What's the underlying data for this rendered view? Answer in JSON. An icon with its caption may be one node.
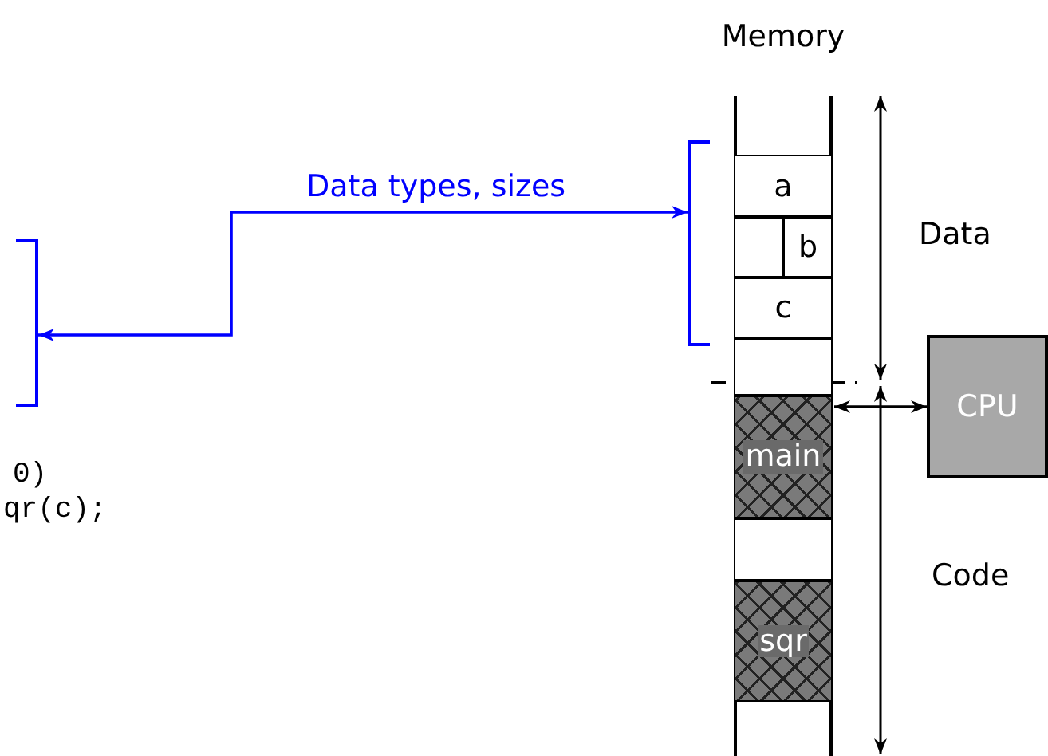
{
  "diagram": {
    "nodes": [
      {
        "text": [],
        "shape": "bracket"
      },
      {
        "text": [],
        "shape": "bracket"
      },
      {
        "text": [
          "Memory"
        ]
      },
      {
        "text": [
          "a"
        ],
        "in": 2
      },
      {
        "text": [],
        "shape": "box",
        "in": 2
      },
      {
        "text": [
          "b"
        ],
        "in": 2
      },
      {
        "text": [
          "c"
        ],
        "in": 2
      },
      {
        "text": [],
        "shape": "box",
        "in": 2
      },
      {
        "text": [
          "main"
        ],
        "in": 2
      },
      {
        "text": [],
        "shape": "box",
        "in": 2
      },
      {
        "text": [
          "sqr"
        ],
        "in": 2
      },
      {
        "text": [
          "CPU"
        ]
      }
    ],
    "edges": [
      {
        "from": 1,
        "to": 0,
        "arrow": "both",
        "label": "Data types, sizes",
        "color": "#0000ff"
      },
      {
        "from": 2,
        "to": 11,
        "arrow": "both",
        "color": "#000000"
      }
    ],
    "labels": [
      "Data",
      "Code",
      "0)",
      "qr(c);"
    ]
  }
}
